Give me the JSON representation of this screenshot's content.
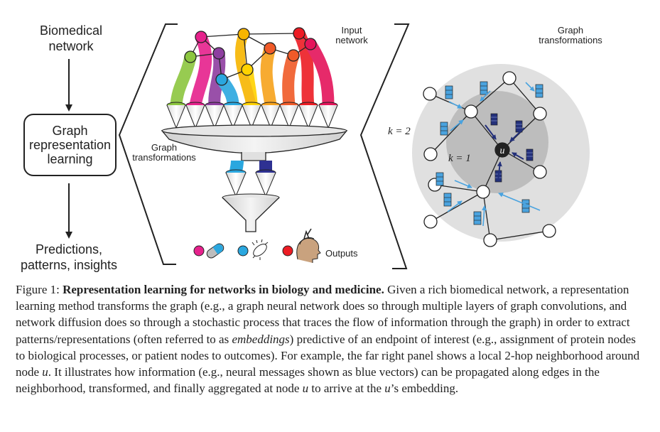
{
  "labels": {
    "biomedical_network": [
      "Biomedical",
      "network"
    ],
    "graph_representation_learning": [
      "Graph",
      "representation",
      "learning"
    ],
    "predictions": [
      "Predictions,",
      "patterns, insights"
    ],
    "input_network": [
      "Input",
      "network"
    ],
    "graph_transformations_funnel": [
      "Graph",
      "transformations"
    ],
    "graph_transformations_right": [
      "Graph",
      "transformations"
    ],
    "outputs": "Outputs",
    "k2": "k = 2",
    "k1": "k = 1",
    "center_node": "u"
  },
  "colors": {
    "line": "#222222",
    "message_blue": "#4aa3df",
    "message_dark": "#23307a",
    "outer_circle": "#e0e0e0",
    "inner_circle": "#bdbdbd",
    "funnel_gray": "#cfcfcf",
    "stream_colors": [
      "#8cc63f",
      "#e6218c",
      "#8e3ea0",
      "#2aa7df",
      "#9a4aa8",
      "#ffd200",
      "#f7a21b",
      "#f05a28",
      "#ed1c24",
      "#e4145a"
    ]
  },
  "caption": {
    "prefix": "Figure 1: ",
    "title": "Representation learning for networks in biology and medicine.",
    "part1": " Given a rich biomedical network, a representation learning method transforms the graph (e.g., a graph neural network does so through multiple layers of graph convolutions, and network diffusion does so through a stochastic process that traces the flow of information through the graph) in order to extract patterns/representations (often referred to as ",
    "emph": "embeddings",
    "part2": ") predictive of an endpoint of interest (e.g., assignment of protein nodes to biological processes, or patient nodes to outcomes). For example, the far right panel shows a local 2-hop neighborhood around node ",
    "u1": "u",
    "part3": ". It illustrates how information (e.g., neural messages shown as blue vectors) can be propagated along edges in the neighborhood, transformed, and finally aggregated at node ",
    "u2": "u",
    "part4": " to arrive at the ",
    "u3": "u",
    "part5": "’s embedding."
  }
}
